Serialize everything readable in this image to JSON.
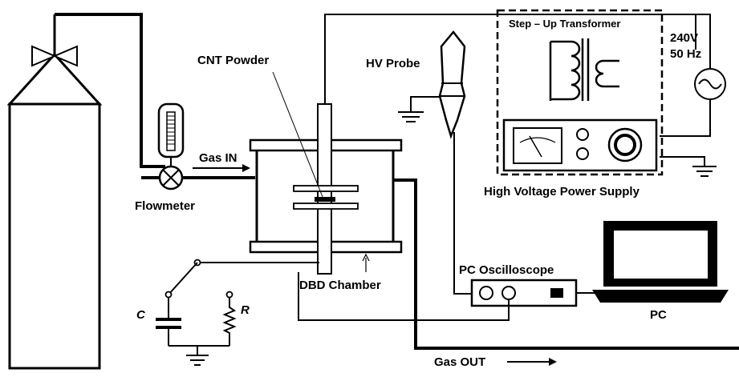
{
  "labels": {
    "cnt_powder": "CNT Powder",
    "hv_probe": "HV Probe",
    "transformer": "Step – Up Transformer",
    "voltage": "240V",
    "frequency": "50 Hz",
    "gas_in": "Gas IN",
    "flowmeter": "Flowmeter",
    "hv_power_supply": "High Voltage Power Supply",
    "pc_oscilloscope": "PC Oscilloscope",
    "dbd_chamber": "DBD Chamber",
    "pc": "PC",
    "capacitor": "C",
    "resistor": "R",
    "gas_out": "Gas OUT"
  },
  "colors": {
    "line": "#000000",
    "background": "#ffffff",
    "screen_fill": "#ffffff"
  }
}
